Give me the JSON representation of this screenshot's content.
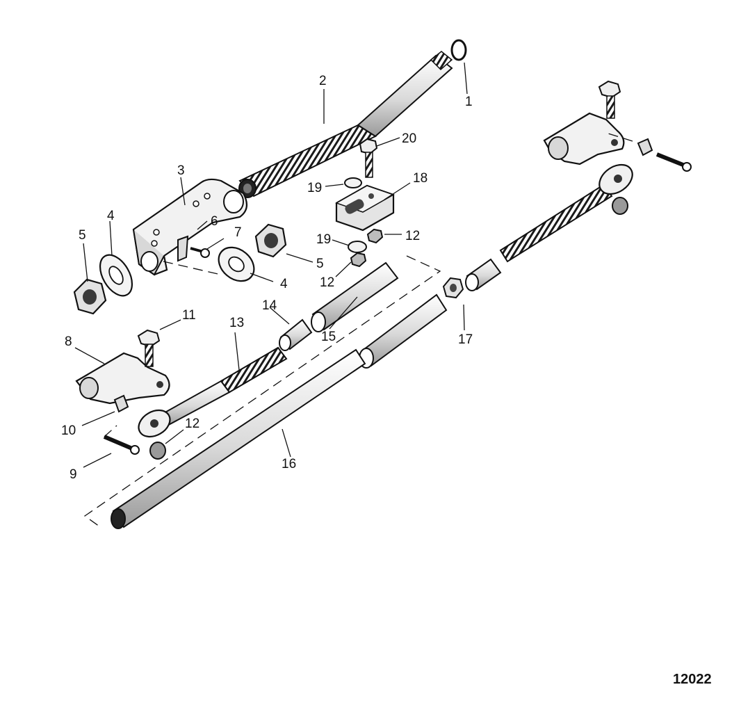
{
  "figure_number": "12022",
  "callouts": {
    "c1": "1",
    "c2": "2",
    "c3": "3",
    "c4a": "4",
    "c4b": "4",
    "c5a": "5",
    "c5b": "5",
    "c6": "6",
    "c7": "7",
    "c8": "8",
    "c9": "9",
    "c10": "10",
    "c11": "11",
    "c12a": "12",
    "c12b": "12",
    "c12c": "12",
    "c13": "13",
    "c14": "14",
    "c15": "15",
    "c16": "16",
    "c17": "17",
    "c18": "18",
    "c19a": "19",
    "c19b": "19",
    "c20": "20"
  }
}
